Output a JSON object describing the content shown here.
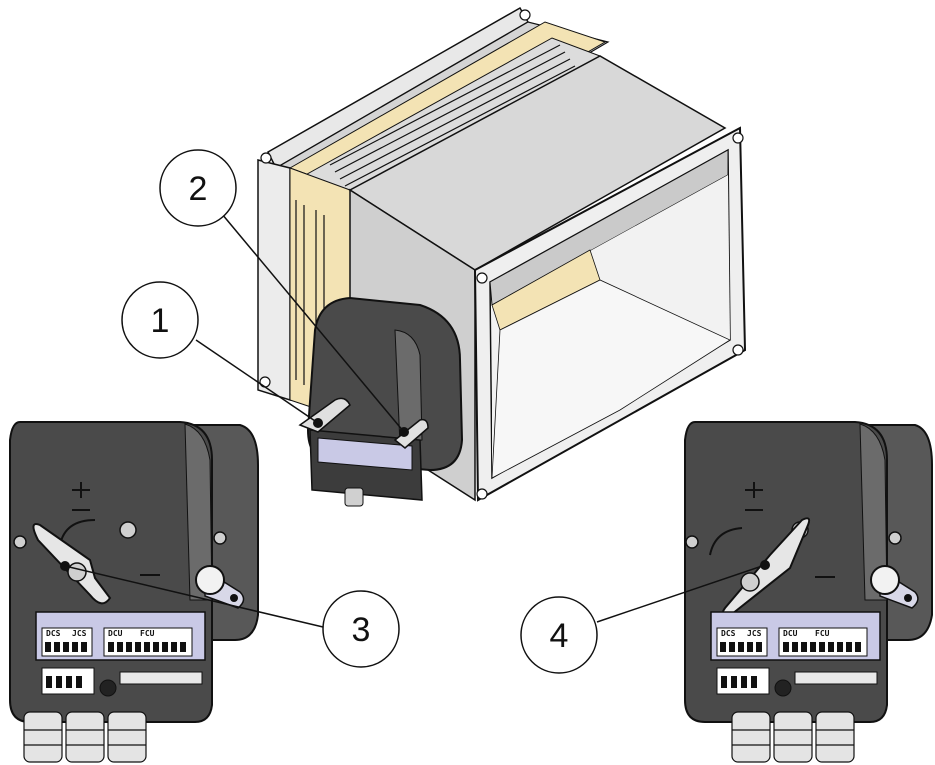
{
  "callouts": [
    {
      "id": "1",
      "label": "1"
    },
    {
      "id": "2",
      "label": "2"
    },
    {
      "id": "3",
      "label": "3"
    },
    {
      "id": "4",
      "label": "4"
    }
  ],
  "terminal_labels": {
    "dcs": "DCS",
    "jcs": "JCS",
    "dcu": "DCU",
    "fcu": "FCU",
    "jcs2": "JCS"
  },
  "colors": {
    "housing": "#4a4a4a",
    "housing_light": "#6b6b6b",
    "duct_face": "#e2e2e2",
    "terminal_panel": "#c9c9e6",
    "sealing_strip": "#f3e3b4",
    "line": "#111111"
  }
}
